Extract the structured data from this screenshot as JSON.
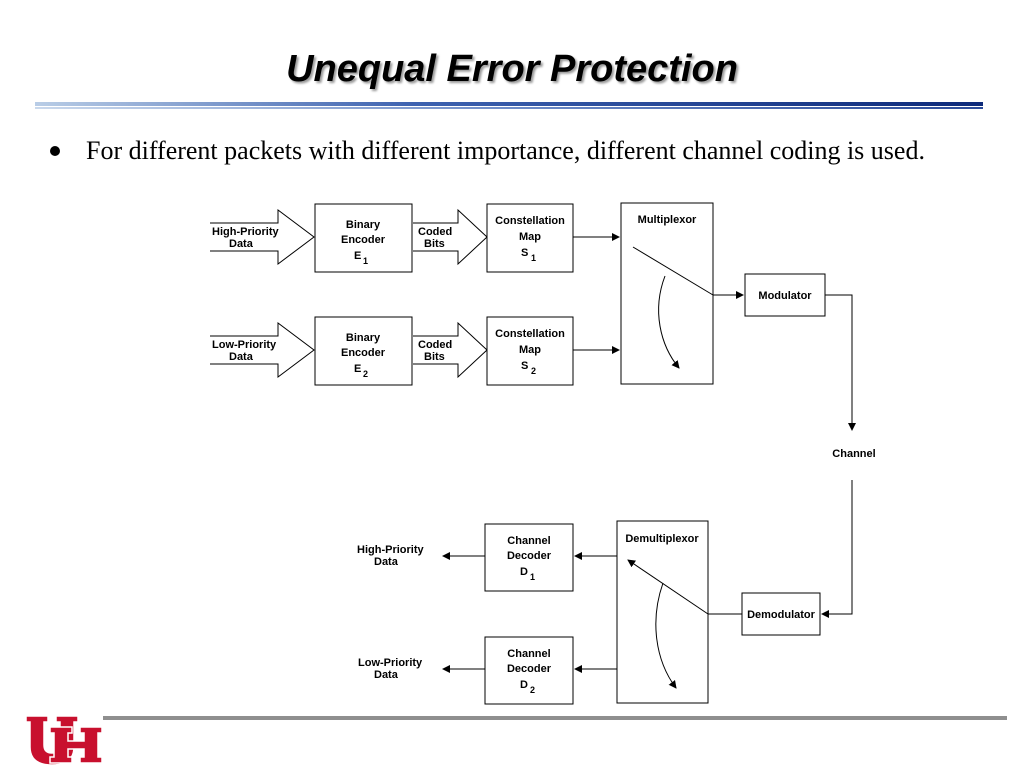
{
  "slide": {
    "title": "Unequal Error Protection",
    "bullet_text": "For different packets with different importance, different channel coding is used."
  },
  "diagram": {
    "tx": {
      "high_priority_data": [
        "High-Priority",
        "Data"
      ],
      "low_priority_data": [
        "Low-Priority",
        "Data"
      ],
      "encoder_1": [
        "Binary",
        "Encoder"
      ],
      "encoder_1_sym": "E",
      "encoder_1_sub": "1",
      "encoder_2": [
        "Binary",
        "Encoder"
      ],
      "encoder_2_sym": "E",
      "encoder_2_sub": "2",
      "coded_bits_1": [
        "Coded",
        "Bits"
      ],
      "coded_bits_2": [
        "Coded",
        "Bits"
      ],
      "map_1": [
        "Constellation",
        "Map"
      ],
      "map_1_sym": "S",
      "map_1_sub": "1",
      "map_2": [
        "Constellation",
        "Map"
      ],
      "map_2_sym": "S",
      "map_2_sub": "2",
      "multiplexor": "Multiplexor",
      "modulator": "Modulator"
    },
    "channel": "Channel",
    "rx": {
      "demodulator": "Demodulator",
      "demultiplexor": "Demultiplexor",
      "decoder_1": [
        "Channel",
        "Decoder"
      ],
      "decoder_1_sym": "D",
      "decoder_1_sub": "1",
      "decoder_2": [
        "Channel",
        "Decoder"
      ],
      "decoder_2_sym": "D",
      "decoder_2_sub": "2",
      "high_priority_data": [
        "High-Priority",
        "Data"
      ],
      "low_priority_data": [
        "Low-Priority",
        "Data"
      ]
    }
  },
  "colors": {
    "logo_red": "#c8102e",
    "rule_blue": "#1f3f93",
    "rule_gray": "#8f8f8f"
  },
  "logo": {
    "name": "university-of-houston-logo",
    "letters": "UH"
  }
}
